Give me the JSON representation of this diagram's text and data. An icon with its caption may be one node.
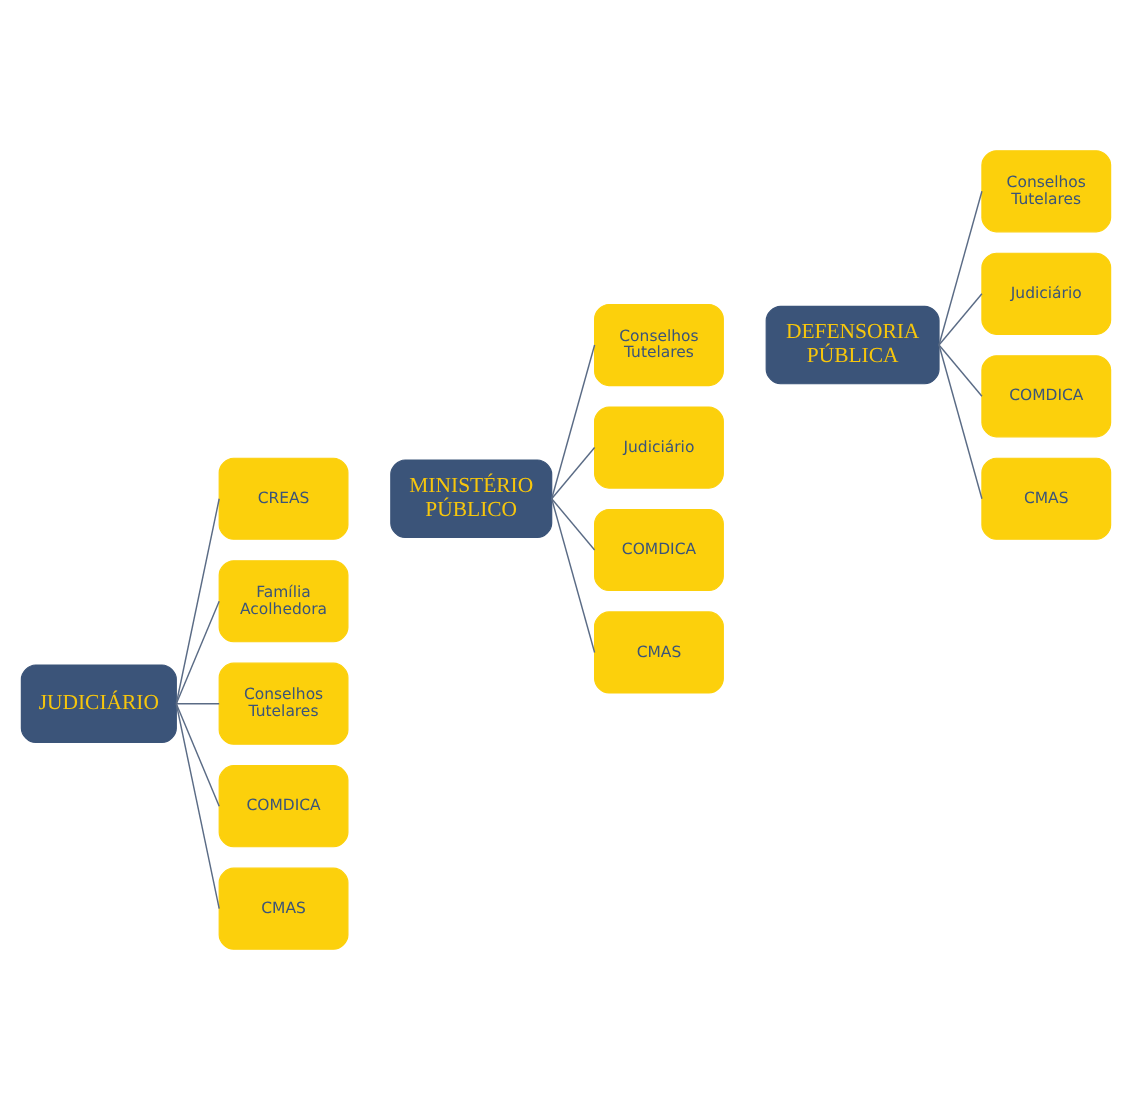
{
  "diagram": {
    "nodes": [
      {
        "text": [
          "JUDICIÁRIO"
        ]
      },
      {
        "text": [
          "CREAS"
        ]
      },
      {
        "text": [
          "Família Acolhedora"
        ]
      },
      {
        "text": [
          "Conselhos Tutelares"
        ]
      },
      {
        "text": [
          "COMDICA"
        ]
      },
      {
        "text": [
          "CMAS"
        ]
      },
      {
        "text": [
          "MINISTÉRIO PÚBLICO"
        ]
      },
      {
        "text": [
          "Conselhos Tutelares"
        ]
      },
      {
        "text": [
          "Judiciário"
        ]
      },
      {
        "text": [
          "COMDICA"
        ]
      },
      {
        "text": [
          "CMAS"
        ]
      },
      {
        "text": [
          "DEFENSORIA PÚBLICA"
        ]
      },
      {
        "text": [
          "Conselhos Tutelares"
        ]
      },
      {
        "text": [
          "Judiciário"
        ]
      },
      {
        "text": [
          "COMDICA"
        ]
      },
      {
        "text": [
          "CMAS"
        ]
      }
    ],
    "edges": [
      {
        "from": 0,
        "to": 1,
        "arrow": "none"
      },
      {
        "from": 0,
        "to": 2,
        "arrow": "none"
      },
      {
        "from": 0,
        "to": 3,
        "arrow": "none"
      },
      {
        "from": 0,
        "to": 4,
        "arrow": "none"
      },
      {
        "from": 0,
        "to": 5,
        "arrow": "none"
      },
      {
        "from": 6,
        "to": 7,
        "arrow": "none"
      },
      {
        "from": 6,
        "to": 8,
        "arrow": "none"
      },
      {
        "from": 6,
        "to": 9,
        "arrow": "none"
      },
      {
        "from": 6,
        "to": 10,
        "arrow": "none"
      },
      {
        "from": 11,
        "to": 12,
        "arrow": "none"
      },
      {
        "from": 11,
        "to": 13,
        "arrow": "none"
      },
      {
        "from": 11,
        "to": 14,
        "arrow": "none"
      },
      {
        "from": 11,
        "to": 15,
        "arrow": "none"
      }
    ]
  }
}
